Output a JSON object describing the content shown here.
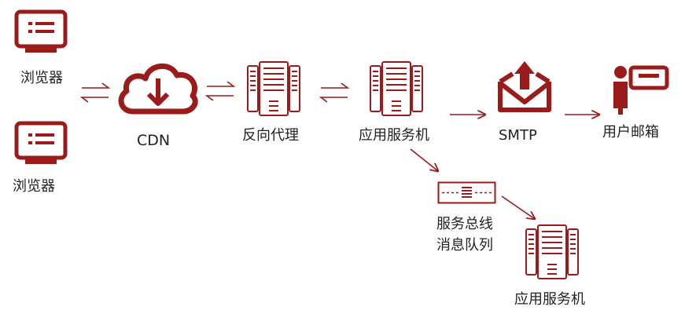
{
  "colors": {
    "accent": "#9b1b1b",
    "text": "#222222",
    "background": "#ffffff"
  },
  "nodes": {
    "browser_1": {
      "label": "浏览器",
      "icon": "monitor-icon"
    },
    "browser_2": {
      "label": "浏览器",
      "icon": "monitor-icon"
    },
    "cdn": {
      "label": "CDN",
      "icon": "cloud-download-icon"
    },
    "reverse_proxy": {
      "label": "反向代理",
      "icon": "server-icon"
    },
    "app_server_1": {
      "label": "应用服务机",
      "icon": "server-icon"
    },
    "smtp": {
      "label": "SMTP",
      "icon": "mail-send-icon"
    },
    "user_mailbox": {
      "label": "用户邮箱",
      "icon": "user-card-icon"
    },
    "message_queue": {
      "label_line1": "服务总线",
      "label_line2": "消息队列",
      "icon": "queue-icon"
    },
    "app_server_2": {
      "label": "应用服务机",
      "icon": "server-icon"
    }
  },
  "edges": [
    {
      "from": "browser_1",
      "to": "cdn",
      "style": "bidirectional"
    },
    {
      "from": "cdn",
      "to": "reverse_proxy",
      "style": "bidirectional"
    },
    {
      "from": "reverse_proxy",
      "to": "app_server_1",
      "style": "bidirectional"
    },
    {
      "from": "app_server_1",
      "to": "smtp",
      "style": "arrow"
    },
    {
      "from": "smtp",
      "to": "user_mailbox",
      "style": "arrow"
    },
    {
      "from": "app_server_1",
      "to": "message_queue",
      "style": "arrow"
    },
    {
      "from": "message_queue",
      "to": "app_server_2",
      "style": "arrow"
    }
  ]
}
